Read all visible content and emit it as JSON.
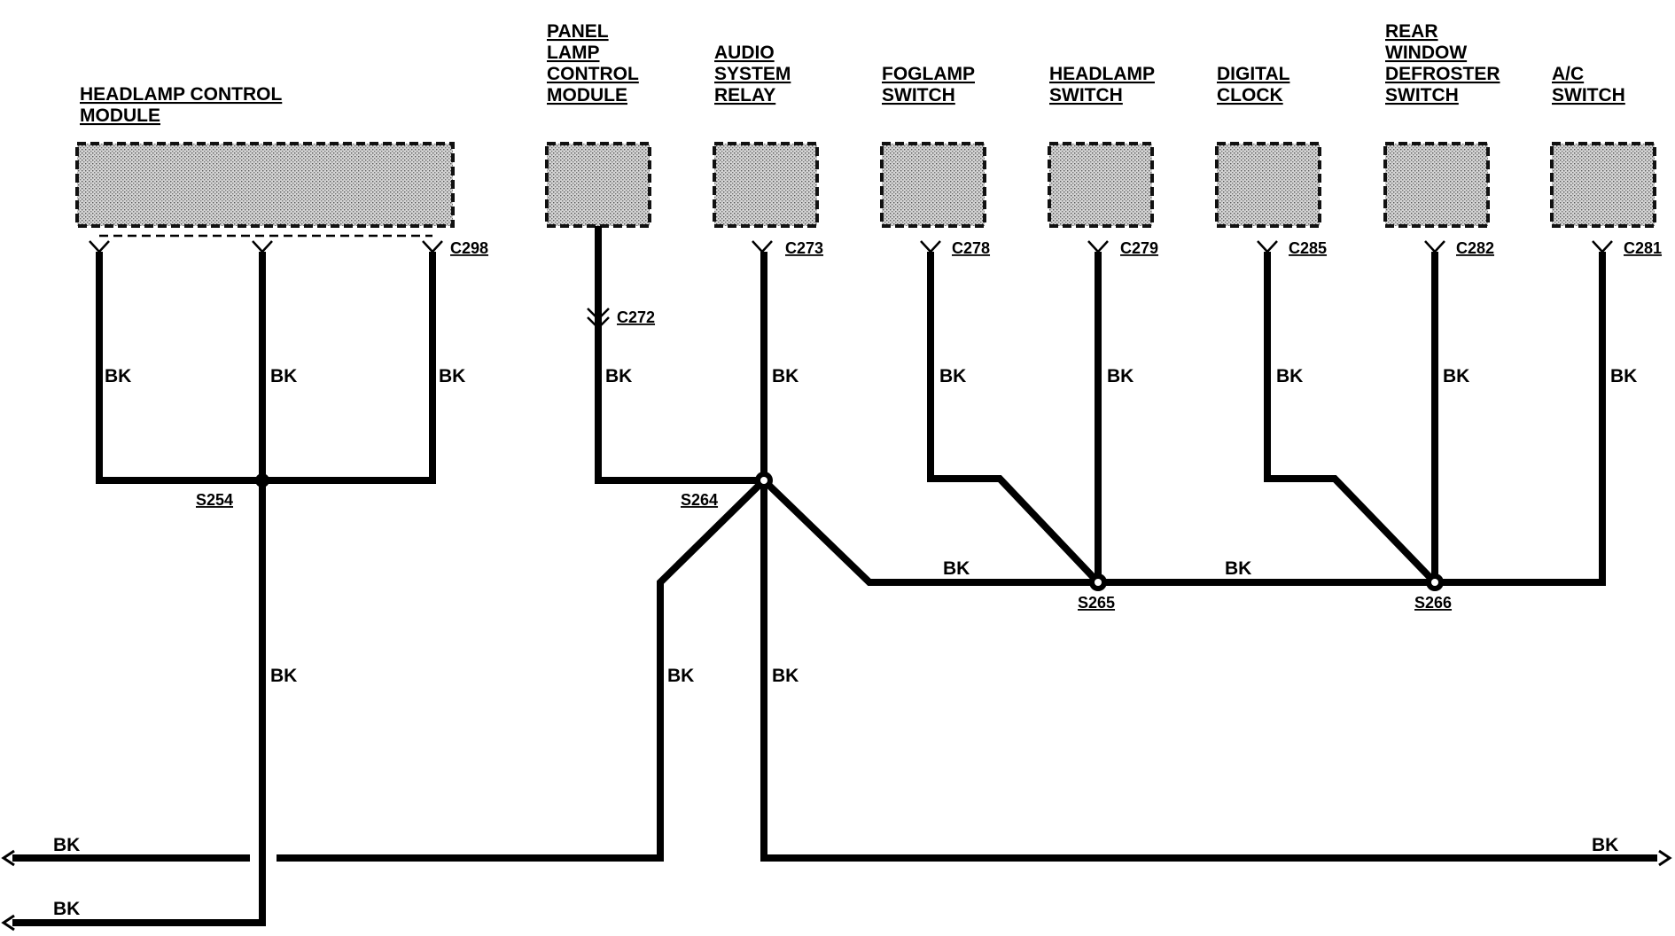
{
  "components": [
    {
      "id": "hcm",
      "lines": [
        "HEADLAMP  CONTROL",
        "MODULE"
      ],
      "connector": "C298"
    },
    {
      "id": "plcm",
      "lines": [
        "PANEL",
        "LAMP",
        "CONTROL",
        "MODULE"
      ],
      "connector": "C272"
    },
    {
      "id": "asr",
      "lines": [
        "AUDIO",
        "SYSTEM",
        "RELAY"
      ],
      "connector": "C273"
    },
    {
      "id": "fog",
      "lines": [
        "FOGLAMP",
        "SWITCH"
      ],
      "connector": "C278"
    },
    {
      "id": "head",
      "lines": [
        "HEADLAMP",
        "SWITCH"
      ],
      "connector": "C279"
    },
    {
      "id": "clock",
      "lines": [
        "DIGITAL",
        "CLOCK"
      ],
      "connector": "C285"
    },
    {
      "id": "rwd",
      "lines": [
        "REAR",
        "WINDOW",
        "DEFROSTER",
        "SWITCH"
      ],
      "connector": "C282"
    },
    {
      "id": "ac",
      "lines": [
        "A/C",
        "SWITCH"
      ],
      "connector": "C281"
    }
  ],
  "splices": [
    "S254",
    "S264",
    "S265",
    "S266"
  ],
  "wire_color": "BK",
  "colors": {
    "wire": "#000000",
    "box_fill": "#cfcfcf",
    "background": "#ffffff"
  }
}
